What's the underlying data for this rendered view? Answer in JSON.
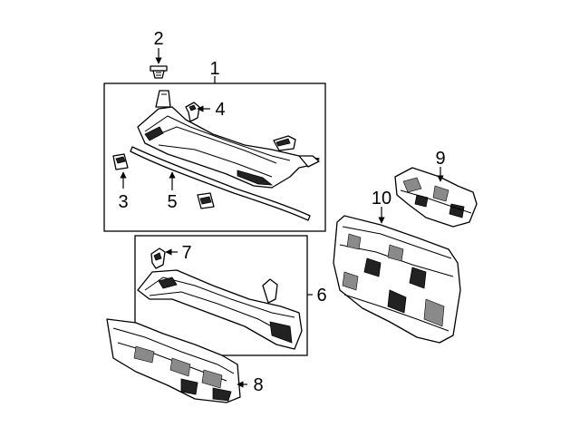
{
  "callouts": {
    "c1": "1",
    "c2": "2",
    "c3": "3",
    "c4": "4",
    "c5": "5",
    "c6": "6",
    "c7": "7",
    "c8": "8",
    "c9": "9",
    "c10": "10"
  },
  "colors": {
    "line": "#000000",
    "background": "#ffffff",
    "shadow": "#222222"
  }
}
